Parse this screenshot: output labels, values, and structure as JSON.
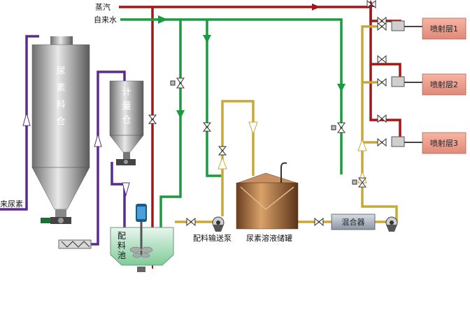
{
  "lines": {
    "steam": "蒸汽",
    "tap_water": "自来水",
    "urea_in": "来尿素"
  },
  "vessels": {
    "urea_silo": [
      "尿",
      "素",
      "料",
      "仓"
    ],
    "metering_bin": [
      "计",
      "量",
      "仓"
    ],
    "mixing_tank": [
      "配",
      "料",
      "池"
    ]
  },
  "equipment": {
    "feed_pump": "配料输送泵",
    "storage_tank": "尿素溶液储罐",
    "mixer": "混合器"
  },
  "spray_layers": [
    "喷射层1",
    "喷射层2",
    "喷射层3"
  ],
  "colors": {
    "steam": "#a01818",
    "water": "#1c9a40",
    "urea_pipe": "#5a2c8c",
    "solution_pipe": "#c8a838",
    "spray_box": "#f0a090"
  }
}
